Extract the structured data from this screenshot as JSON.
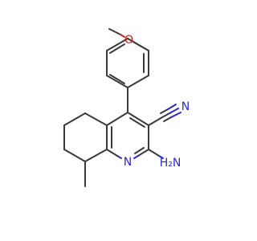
{
  "molecule": {
    "atoms": {
      "methoxy_o": "O",
      "ring_n": "N",
      "nitrile_n": "N",
      "amino_label": "H₂N"
    }
  }
}
